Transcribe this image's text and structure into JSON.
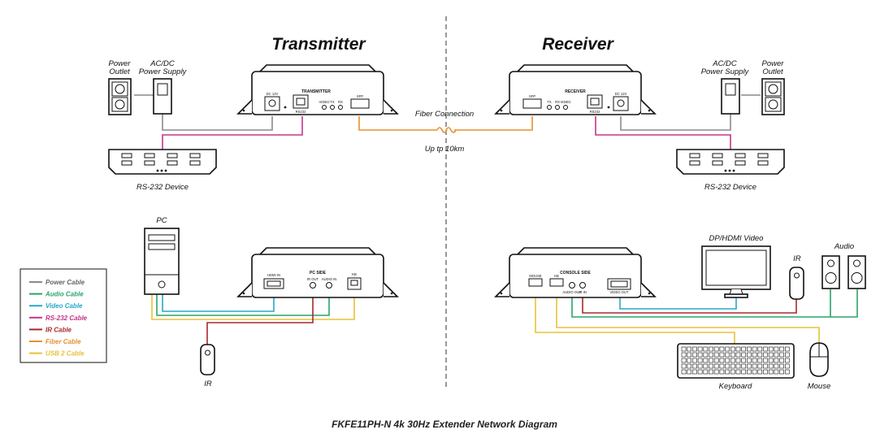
{
  "titles": {
    "transmitter": "Transmitter",
    "receiver": "Receiver"
  },
  "caption": "FKFE11PH-N 4k 30Hz Extender Network Diagram",
  "fiber": {
    "label": "Fiber Connection",
    "distance": "Up tp 10km"
  },
  "labels": {
    "power_outlet": "Power Outlet",
    "acdc_supply": "AC/DC Power Supply",
    "rs232_device": "RS-232 Device",
    "pc": "PC",
    "ir": "IR",
    "dp_hdmi_video": "DP/HDMI Video",
    "audio": "Audio",
    "keyboard": "Keyboard",
    "mouse": "Mouse"
  },
  "device_text": {
    "transmitter_label": "TRANSMITTER",
    "receiver_label": "RECEIVER",
    "dc12v": "DC 12V",
    "rs232": "RS232",
    "video": "VIDEO",
    "tx": "TX",
    "rx": "RX",
    "sfp": "SFP",
    "pc_side": "PC SIDE",
    "console_side": "CONSOLE SIDE",
    "hdmi_in": "HDMI IN",
    "ir_out": "IR OUT",
    "audio_in": "AUDIO IN",
    "kb": "KB",
    "mouse": "MOUSE",
    "audio_out": "AUDIO OUT",
    "ir_in": "IR IN",
    "video_out": "VIDEO OUT"
  },
  "legend": [
    {
      "label": "Power Cable",
      "color": "#8a8a8a"
    },
    {
      "label": "Audio Cable",
      "color": "#2ba36b"
    },
    {
      "label": "Video Cable",
      "color": "#29a8c9"
    },
    {
      "label": "RS-232 Cable",
      "color": "#c5358a"
    },
    {
      "label": "IR Cable",
      "color": "#a8282e"
    },
    {
      "label": "Fiber Cable",
      "color": "#e8902f"
    },
    {
      "label": "USB 2 Cable",
      "color": "#e8c23a"
    }
  ]
}
